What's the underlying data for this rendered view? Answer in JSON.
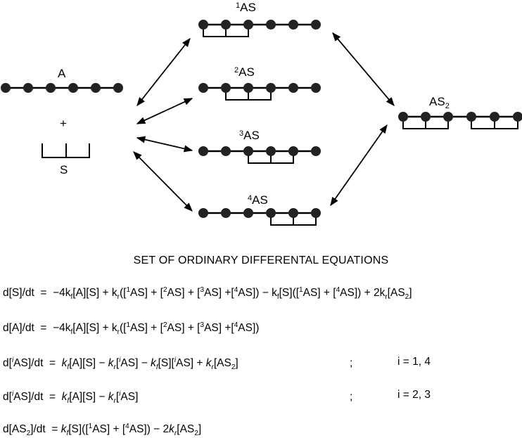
{
  "diagram": {
    "labels": {
      "A": "A",
      "plus": "+",
      "S": "S",
      "AS1": {
        "sup": "1",
        "base": "AS"
      },
      "AS2": {
        "sup": "2",
        "base": "AS"
      },
      "AS3": {
        "sup": "3",
        "base": "AS"
      },
      "AS4": {
        "sup": "4",
        "base": "AS"
      },
      "AS_2": {
        "base": "AS",
        "sub": "2"
      }
    }
  },
  "equations": {
    "title": "SET OF ORDINARY DIFFERENTAL EQUATIONS",
    "eq1": "d[S]/dt = −4kf[A][S] + kr([1AS] + [2AS] + [3AS] +[4AS]) − kf[S]([1AS] + [4AS]) + 2kr[AS2]",
    "eq2": "d[A]/dt = −4kf[A][S] + kr([1AS] + [2AS] + [3AS] +[4AS])",
    "eq3": "d[iAS]/dt = kf[A][S] − kr[iAS] − kf[S][iAS] + kr[AS2]",
    "eq4": "d[iAS]/dt = kf[A][S] − kr[iAS]",
    "eq5": "d[AS2]/dt = kf[S]([1AS] + [4AS]) − 2kr[AS2]",
    "sep3": ";",
    "cond3": "i = 1, 4",
    "sep4": ";",
    "cond4": "i = 2, 3"
  }
}
